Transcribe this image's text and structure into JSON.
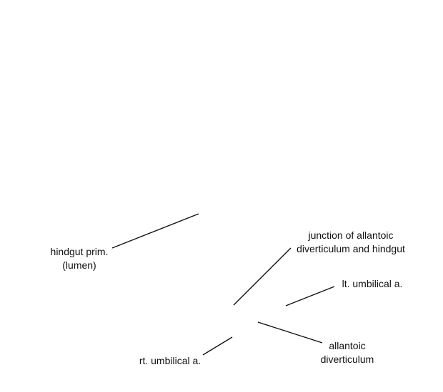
{
  "labels": {
    "hindgut": {
      "line1": "hindgut prim.",
      "line2": "(lumen)"
    },
    "junction": {
      "line1": "junction of allantoic",
      "line2": "diverticulum and hindgut"
    },
    "lt_umbilical": {
      "text": "lt. umbilical a."
    },
    "allantoic": {
      "line1": "allantoic",
      "line2": "diverticulum"
    },
    "rt_umbilical": {
      "text": "rt. umbilical a."
    }
  },
  "style": {
    "line_color": "#111111",
    "text_color": "#111111",
    "background": "#ffffff"
  }
}
